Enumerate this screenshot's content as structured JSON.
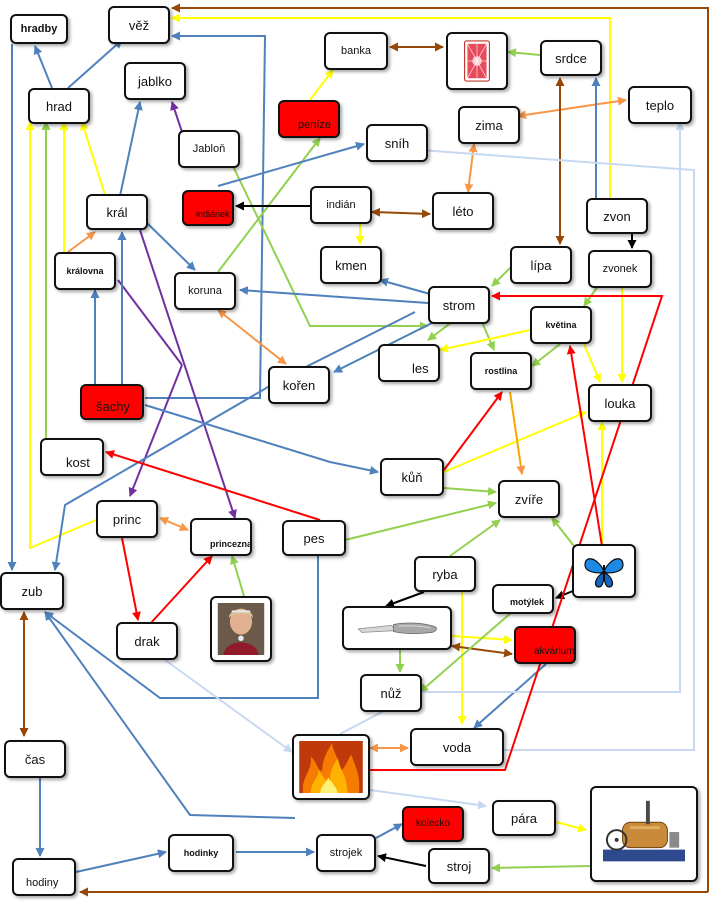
{
  "nodes": {
    "hradby": "hradby",
    "vez": "věž",
    "hrad": "hrad",
    "jablko": "jablko",
    "jablon": "Jabloň",
    "penize": "peníze",
    "banka": "banka",
    "srdce": "srdce",
    "teplo": "teplo",
    "zima": "zima",
    "snih": "sníh",
    "kral": "král",
    "indianek": "indiánek",
    "indian": "indián",
    "leto": "léto",
    "zvon": "zvon",
    "kralovna": "královna",
    "kmen": "kmen",
    "lipa": "lípa",
    "zvonek": "zvonek",
    "koruna": "koruna",
    "strom": "strom",
    "kvetina": "květina",
    "les": "les",
    "rostlina": "rostlina",
    "koren": "kořen",
    "louka": "louka",
    "sachy": "šachy",
    "kost": "kost",
    "kun": "kůň",
    "zvire": "zvíře",
    "princ": "princ",
    "princezna": "princezna",
    "pes": "pes",
    "ryba": "ryba",
    "zub": "zub",
    "motylek": "motýlek",
    "akvarium": "akvárium",
    "drak": "drak",
    "nuz": "nůž",
    "cas": "čas",
    "voda": "voda",
    "para": "pára",
    "kolecko": "kolecko",
    "hodinky": "hodinky",
    "strojek": "strojek",
    "stroj": "stroj",
    "hodiny": "hodiny"
  },
  "colors": {
    "blue": "#4f81bd",
    "green": "#92d050",
    "yellow": "#ffff00",
    "brown": "#984806",
    "orange": "#f79646",
    "purple": "#7030a0",
    "red": "#ff0000",
    "black": "#000000",
    "lightblue": "#c6d9f1",
    "node_red": "#ff0000"
  },
  "icons": {
    "card": "playing-card-icon",
    "fire": "fire-icon",
    "butterfly": "butterfly-icon",
    "knife": "knife-icon",
    "engine": "steam-engine-icon",
    "portrait": "princess-portrait-icon"
  }
}
